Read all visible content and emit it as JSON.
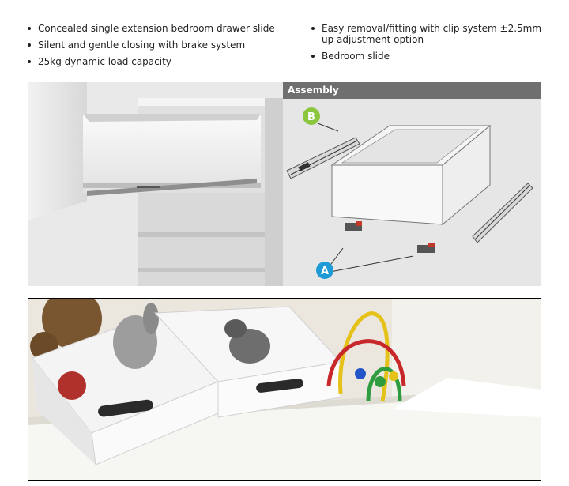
{
  "features": {
    "left": [
      "Concealed single extension bedroom drawer slide",
      "Silent and gentle closing with brake system",
      "25kg dynamic load capacity"
    ],
    "right": [
      "Easy removal/fitting with clip system ±2.5mm up adjustment option",
      "Bedroom slide"
    ]
  },
  "assembly": {
    "title": "Assembly",
    "label_a": "A",
    "label_b": "B",
    "accent_a": "#1e9ad6",
    "accent_b": "#8cc63f"
  },
  "colors": {
    "header_bg": "#6f6f6f",
    "panel_bg": "#e6e6e6"
  }
}
